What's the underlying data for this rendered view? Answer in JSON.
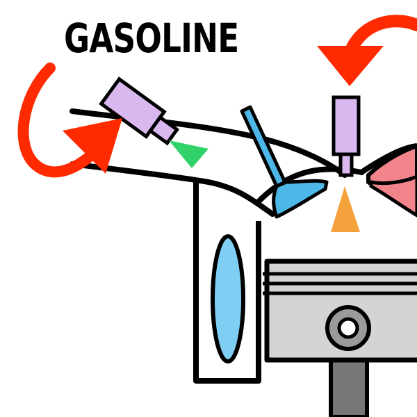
{
  "label": {
    "text": "GASOLINE"
  },
  "colors": {
    "arrow": "#ff2a00",
    "injector": "#d9b8f0",
    "fuel_spray": "#31d26a",
    "intake_valve": "#4db8e8",
    "exhaust_valve": "#f2848c",
    "spark_flame": "#f5a23c",
    "coolant": "#7fcff5",
    "piston": "#d4d4d4",
    "connecting_rod": "#777777",
    "outline": "#000000"
  },
  "icons": [
    "curved-arrow-left",
    "curved-arrow-right",
    "fuel-injector",
    "spark-plug",
    "intake-valve",
    "exhaust-valve",
    "piston"
  ]
}
